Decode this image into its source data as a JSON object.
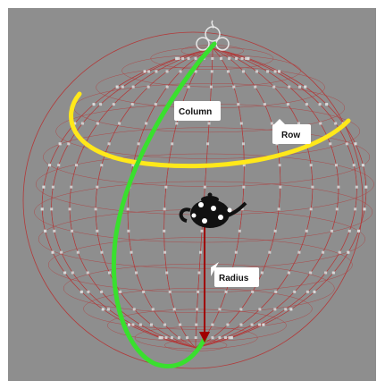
{
  "labels": {
    "column": "Column",
    "row": "Row",
    "radius": "Radius"
  },
  "colors": {
    "viewport_bg": "#8e8e8e",
    "wire": "#b23a3a",
    "column_highlight": "#39e02e",
    "row_highlight": "#ffe81a",
    "radius_arrow": "#a00000",
    "callout_bg": "#ffffff",
    "object": "#111111"
  },
  "scene": {
    "object": "teapot",
    "sphere_meridians": 26,
    "sphere_parallels": 17
  }
}
